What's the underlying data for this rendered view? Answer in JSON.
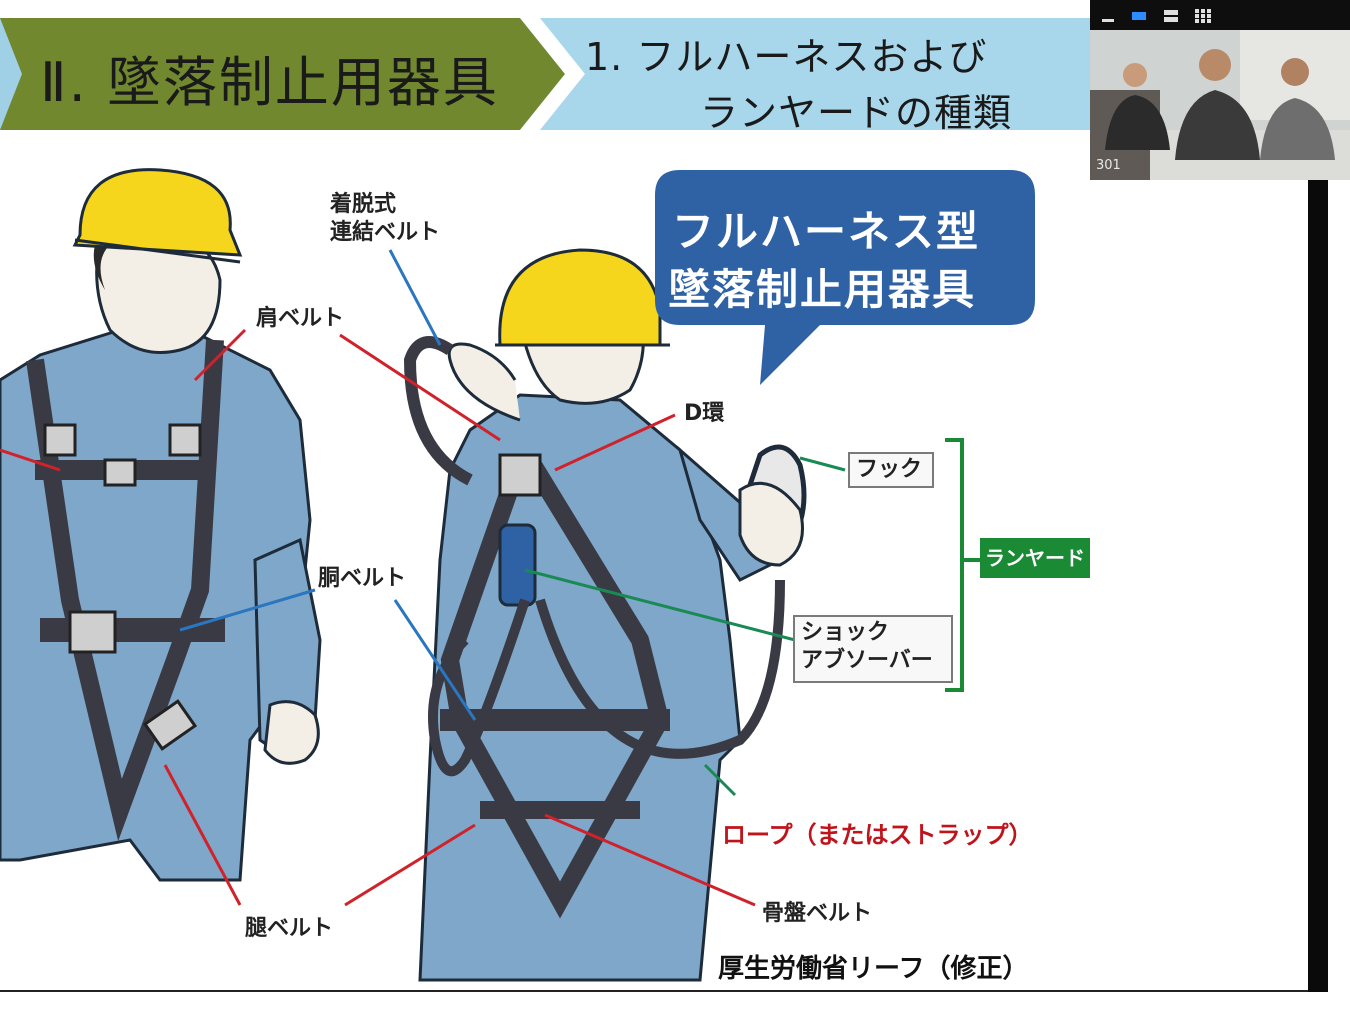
{
  "slide": {
    "section_title": "Ⅱ. 墜落制止用器具",
    "subtitle_line1": "1. フルハーネスおよび",
    "subtitle_line2": "ランヤードの種類",
    "callout_line1": "フルハーネス型",
    "callout_line2": "墜落制止用器具",
    "labels": {
      "detachable_belt_line1": "着脱式",
      "detachable_belt_line2": "連結ベルト",
      "shoulder_belt": "肩ベルト",
      "d_ring": "D環",
      "hook": "フック",
      "lanyard": "ランヤード",
      "waist_belt": "胴ベルト",
      "shock_absorber_line1": "ショック",
      "shock_absorber_line2": "アブソーバー",
      "rope": "ロープ（またはストラップ）",
      "leg_belt": "腿ベルト",
      "pelvic_belt": "骨盤ベルト"
    },
    "source": "厚生労働省リーフ（修正）"
  },
  "video_panel": {
    "participant_label": "301",
    "icons": [
      "minimize-icon",
      "speaker-view-icon",
      "strip-view-icon",
      "gallery-view-icon"
    ]
  },
  "colors": {
    "header_green": "#71882f",
    "header_blue": "#9fd0e6",
    "callout_blue": "#2f62a5",
    "helmet_yellow": "#f5d61c",
    "coverall_blue": "#7ea7c9",
    "harness_dark": "#3a3a44",
    "arrow_red": "#d0222a",
    "arrow_blue": "#2a76c0",
    "arrow_green": "#1a8a55",
    "lanyard_green": "#1a8a35"
  }
}
